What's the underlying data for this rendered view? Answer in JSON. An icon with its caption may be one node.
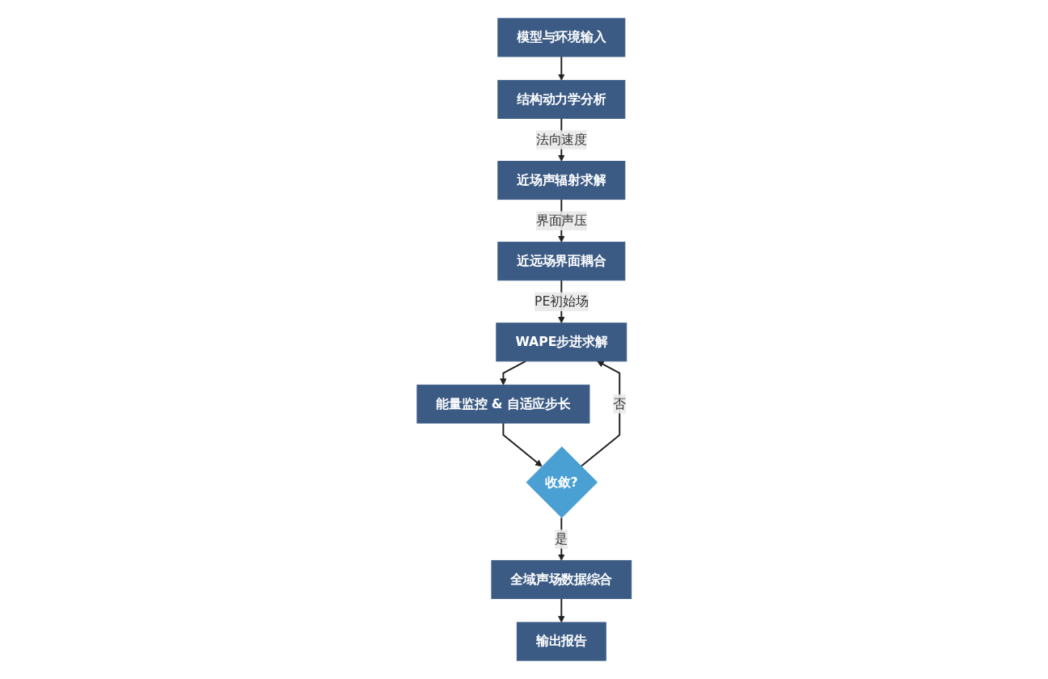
{
  "diagram": {
    "nodes": [
      {
        "text": [
          "模型与环境输入"
        ]
      },
      {
        "text": [
          "结构动力学分析"
        ]
      },
      {
        "text": [
          "近场声辐射求解"
        ]
      },
      {
        "text": [
          "近远场界面耦合"
        ]
      },
      {
        "text": [
          "WAPE步进求解"
        ]
      },
      {
        "text": [
          "能量监控 & 自适应步长"
        ]
      },
      {
        "text": [
          "收敛?"
        ]
      },
      {
        "text": [
          "全域声场数据综合"
        ]
      },
      {
        "text": [
          "输出报告"
        ]
      }
    ],
    "edges": [
      {
        "from": 0,
        "to": 1,
        "arrow": "to"
      },
      {
        "from": 1,
        "to": 2,
        "arrow": "to",
        "label": "法向速度"
      },
      {
        "from": 2,
        "to": 3,
        "arrow": "to",
        "label": "界面声压"
      },
      {
        "from": 3,
        "to": 4,
        "arrow": "to",
        "label": "PE初始场"
      },
      {
        "from": 4,
        "to": 5,
        "arrow": "to"
      },
      {
        "from": 5,
        "to": 6,
        "arrow": "to"
      },
      {
        "from": 6,
        "to": 4,
        "arrow": "to",
        "label": "否"
      },
      {
        "from": 6,
        "to": 7,
        "arrow": "to",
        "label": "是"
      },
      {
        "from": 7,
        "to": 8,
        "arrow": "to"
      }
    ]
  }
}
